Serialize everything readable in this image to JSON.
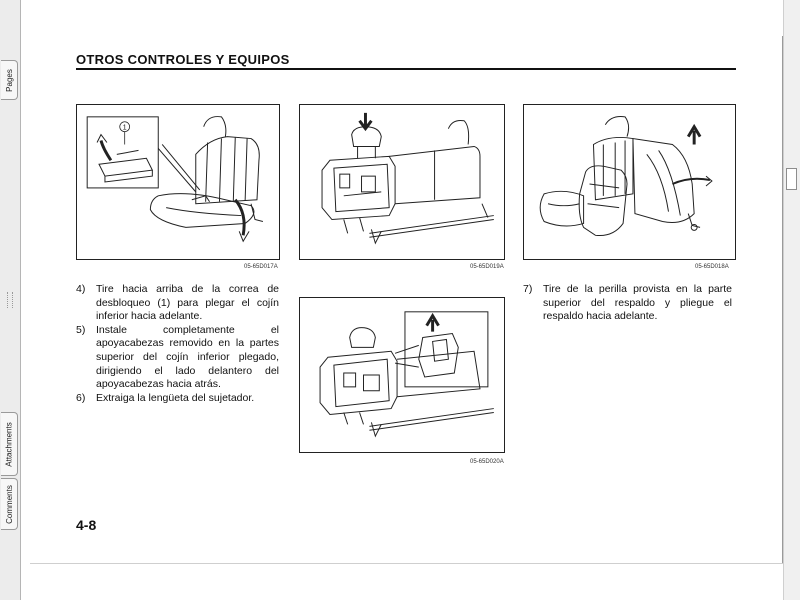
{
  "sidebar": {
    "tabs": [
      {
        "label": "Pages"
      },
      {
        "label": "Attachments"
      },
      {
        "label": "Comments"
      }
    ]
  },
  "document": {
    "header": "OTROS CONTROLES Y EQUIPOS",
    "page_number": "4-8",
    "figures": [
      {
        "caption": "05-65D017A",
        "callout": "1"
      },
      {
        "caption": "05-65D019A"
      },
      {
        "caption": "05-65D018A"
      },
      {
        "caption": "05-65D020A"
      }
    ],
    "left_steps": [
      {
        "num": "4)",
        "text": "Tire hacia arriba de la correa de desbloqueo (1) para plegar el cojín inferior hacia adelante."
      },
      {
        "num": "5)",
        "text": "Instale completamente el apoyacabezas removido en la partes superior del cojín inferior plegado, dirigiendo el lado delantero del apoyacabezas hacia atrás."
      },
      {
        "num": "6)",
        "text": "Extraiga la lengüeta del sujetador."
      }
    ],
    "right_steps": [
      {
        "num": "7)",
        "text": "Tire de la perilla provista en la parte superior del respaldo y pliegue el respaldo hacia adelante."
      }
    ]
  }
}
